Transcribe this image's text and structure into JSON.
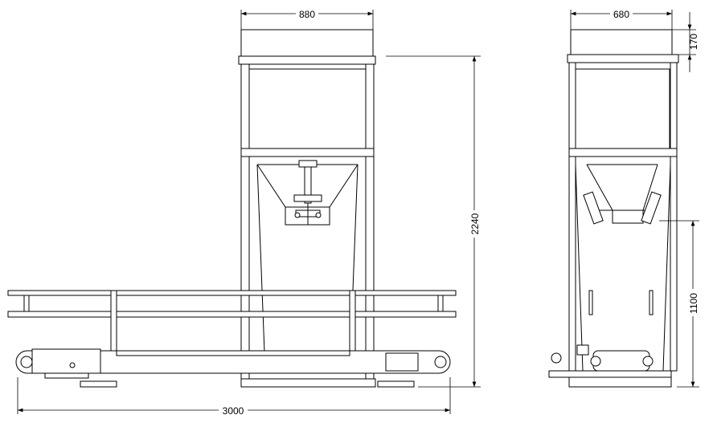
{
  "drawing": {
    "front_view": {
      "width_dimension": "880",
      "height_dimension": "2240",
      "conveyor_length_dimension": "3000"
    },
    "side_view": {
      "width_dimension": "680",
      "top_box_height_dimension": "170",
      "discharge_height_dimension": "1100"
    },
    "colors": {
      "line": "#000000",
      "background": "#ffffff"
    }
  }
}
